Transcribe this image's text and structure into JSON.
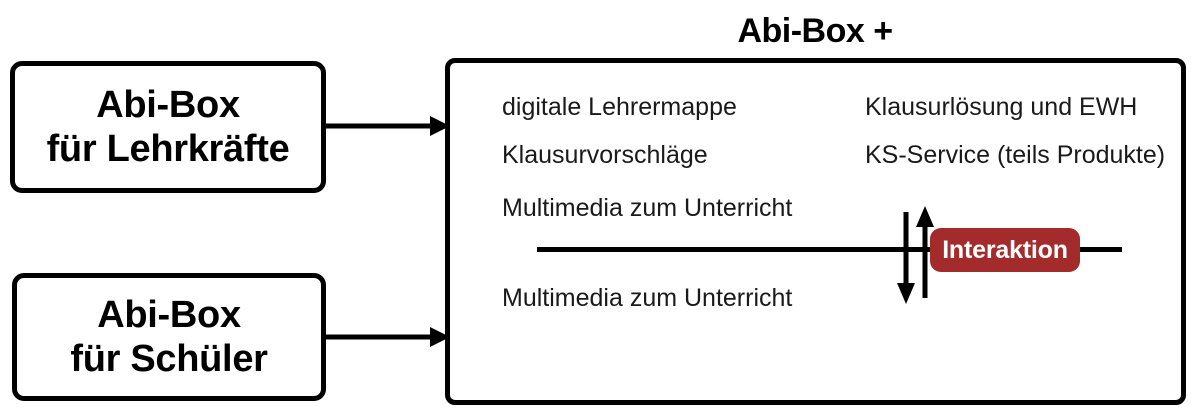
{
  "diagram": {
    "title": "Abi-Box +",
    "sources": [
      {
        "id": "teachers",
        "line1": "Abi-Box",
        "line2": "für Lehrkräfte"
      },
      {
        "id": "students",
        "line1": "Abi-Box",
        "line2": "für Schüler"
      }
    ],
    "connectors": [
      {
        "id": "arrow-teachers",
        "from": "Abi-Box für Lehrkräfte",
        "to": "Abi-Box +",
        "direction": "right"
      },
      {
        "id": "arrow-students",
        "from": "Abi-Box für Schüler",
        "to": "Abi-Box +",
        "direction": "right"
      }
    ],
    "upper_features": {
      "left_column": [
        "digitale Lehrermappe",
        "Klausurvorschläge",
        "Multimedia zum Unterricht"
      ],
      "right_column": [
        "Klausurlösung und EWH",
        "KS-Service (teils Produkte)"
      ]
    },
    "lower_features": {
      "left_column": [
        "Multimedia zum Unterricht"
      ]
    },
    "interaction": {
      "badge_label": "Interaktion",
      "badge_color": "#A32B2B",
      "badge_text_color": "#FFFFFF",
      "arrow_up_direction": "up",
      "arrow_down_direction": "down"
    },
    "colors": {
      "stroke": "#000000",
      "background": "#FFFFFF",
      "text": "#1A1A1A",
      "accent_red": "#A32B2B"
    }
  }
}
